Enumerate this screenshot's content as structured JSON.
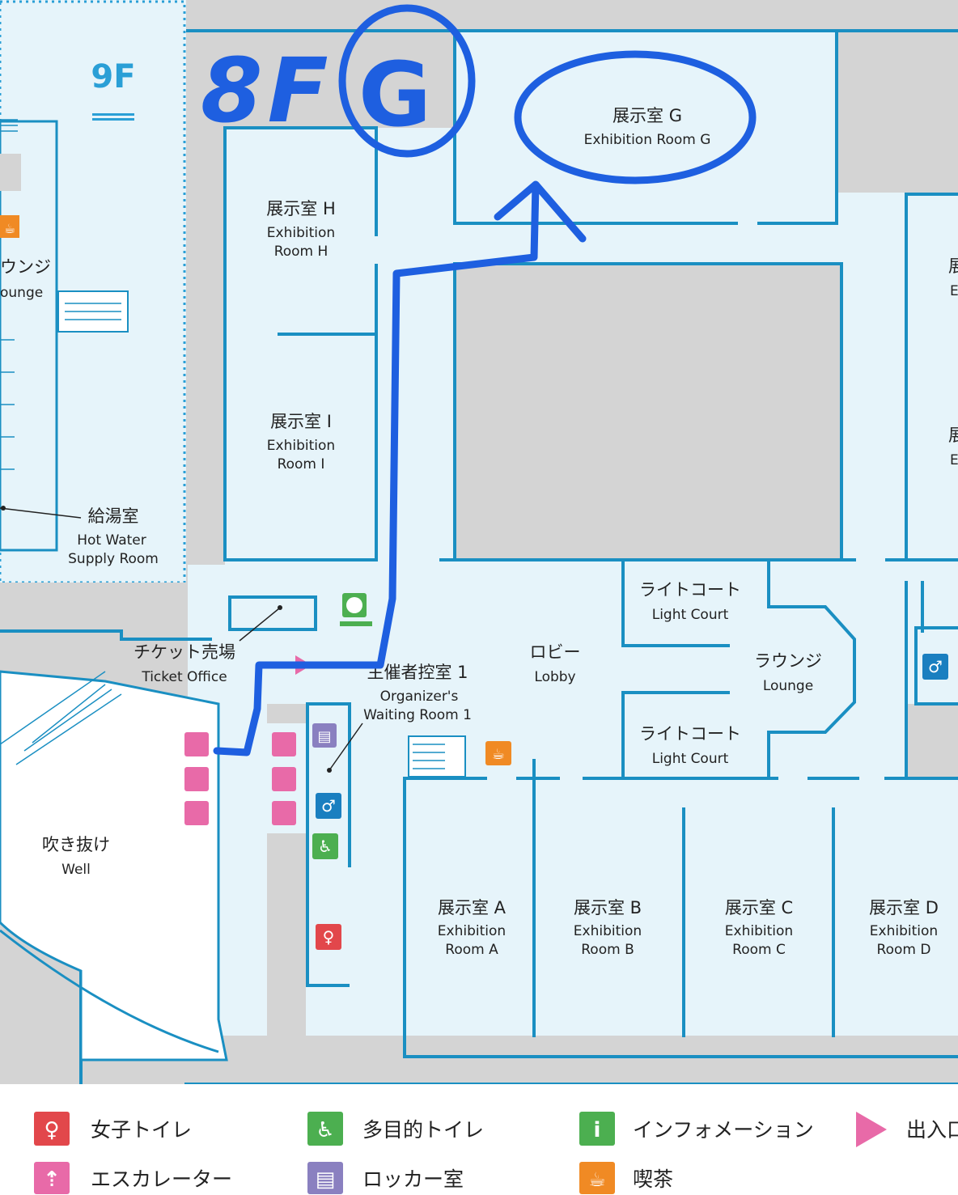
{
  "floor_labels": {
    "current_floor_handwritten": "8F",
    "target_handwritten": "G",
    "nine_f": "9F"
  },
  "rooms": {
    "exhibition_g": {
      "jp": "展示室 G",
      "en": "Exhibition Room G"
    },
    "exhibition_h": {
      "jp": "展示室 H",
      "en1": "Exhibition",
      "en2": "Room H"
    },
    "exhibition_i": {
      "jp": "展示室 I",
      "en1": "Exhibition",
      "en2": "Room I"
    },
    "lounge_9f": {
      "jp": "ウンジ",
      "en": "ounge"
    },
    "hot_water": {
      "jp": "給湯室",
      "en1": "Hot Water",
      "en2": "Supply Room"
    },
    "ticket_office": {
      "jp": "チケット売場",
      "en": "Ticket Office"
    },
    "organizer_room": {
      "jp": "主催者控室 1",
      "en1": "Organizer's",
      "en2": "Waiting Room 1"
    },
    "lobby": {
      "jp": "ロビー",
      "en": "Lobby"
    },
    "light_court_1": {
      "jp": "ライトコート",
      "en": "Light Court"
    },
    "light_court_2": {
      "jp": "ライトコート",
      "en": "Light Court"
    },
    "lounge": {
      "jp": "ラウンジ",
      "en": "Lounge"
    },
    "well": {
      "jp": "吹き抜け",
      "en": "Well"
    },
    "exhibition_a": {
      "jp": "展示室 A",
      "en1": "Exhibition",
      "en2": "Room A"
    },
    "exhibition_b": {
      "jp": "展示室 B",
      "en1": "Exhibition",
      "en2": "Room B"
    },
    "exhibition_c": {
      "jp": "展示室 C",
      "en1": "Exhibition",
      "en2": "Room C"
    },
    "exhibition_d": {
      "jp": "展示室 D",
      "en1": "Exhibition",
      "en2": "Room D"
    },
    "edge_right_1": "展",
    "edge_right_2": "E"
  },
  "legend": [
    {
      "label": "女子トイレ",
      "icon": "female-toilet-icon",
      "color": "#e2474b"
    },
    {
      "label": "多目的トイレ",
      "icon": "accessible-toilet-icon",
      "color": "#4caf50"
    },
    {
      "label": "インフォメーション",
      "icon": "information-icon",
      "color": "#4caf50"
    },
    {
      "label": "出入口",
      "icon": "entrance-arrow-icon",
      "color": "#e86aa8"
    },
    {
      "label": "エスカレーター",
      "icon": "escalator-icon",
      "color": "#e86aa8"
    },
    {
      "label": "ロッカー室",
      "icon": "locker-icon",
      "color": "#8a80c0"
    },
    {
      "label": "喫茶",
      "icon": "cafe-icon",
      "color": "#f08a24"
    }
  ],
  "icon_glyphs": {
    "info": "i",
    "male": "♂",
    "female": "♀",
    "accessible": "♿",
    "cafe": "☕",
    "escalator": "⇡",
    "locker": "▤"
  },
  "colors": {
    "floor_fill": "#e6f4fa",
    "wall": "#1a8fc2",
    "void_gray": "#d4d4d4",
    "handwriting": "#1e5fe0",
    "nine_f_label": "#2a9fd6"
  }
}
